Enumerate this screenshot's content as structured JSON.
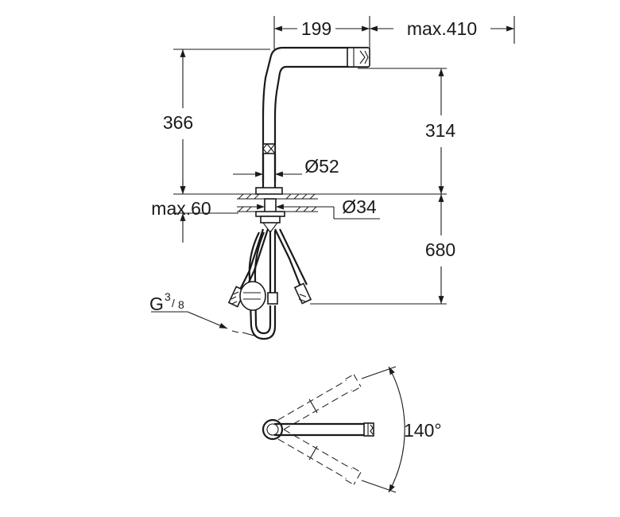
{
  "dimensions": {
    "spout_reach": "199",
    "max_reach": "max.410",
    "total_height": "366",
    "outlet_height": "314",
    "spout_diameter": "Ø52",
    "base_diameter": "Ø34",
    "max_deck_thickness": "max.60",
    "hose_length": "680",
    "connection_thread_main": "G",
    "connection_thread_num": "3",
    "connection_thread_den": "8",
    "swivel_angle": "140°"
  }
}
